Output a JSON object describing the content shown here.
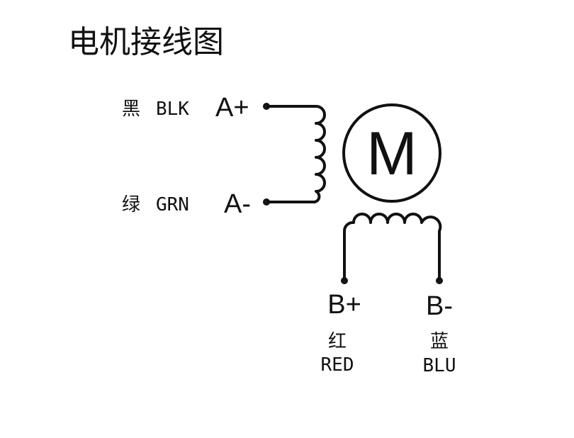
{
  "title": "电机接线图",
  "motor": {
    "label": "M"
  },
  "phase_a": {
    "plus": {
      "terminal": "A+",
      "color_cn": "黑",
      "color_en": "BLK"
    },
    "minus": {
      "terminal": "A-",
      "color_cn": "绿",
      "color_en": "GRN"
    }
  },
  "phase_b": {
    "plus": {
      "terminal": "B+",
      "color_cn": "红",
      "color_en": "RED"
    },
    "minus": {
      "terminal": "B-",
      "color_cn": "蓝",
      "color_en": "BLU"
    }
  }
}
